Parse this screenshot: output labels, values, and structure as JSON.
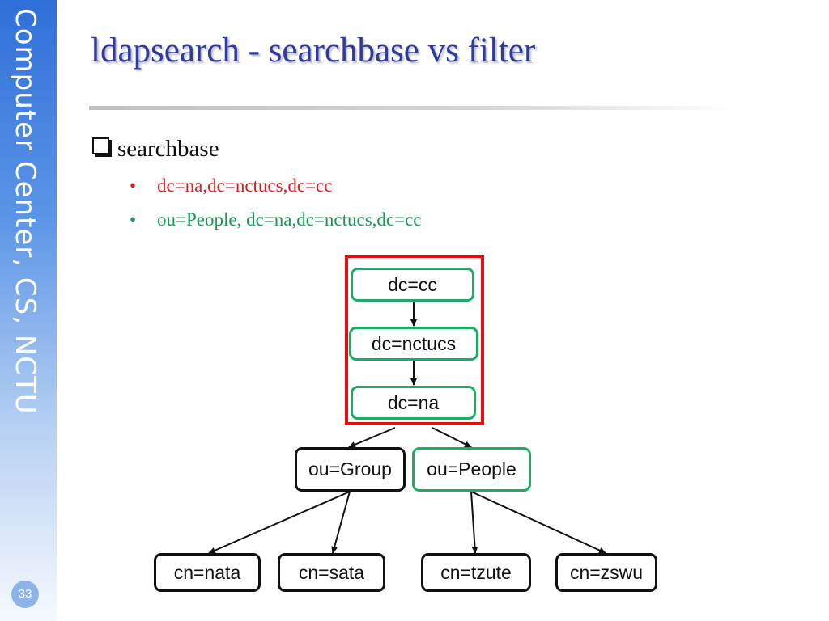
{
  "sidebar": {
    "text": "Computer Center, CS, NCTU",
    "page_number": "33"
  },
  "title": "ldapsearch - searchbase vs filter",
  "bullet": {
    "label": "searchbase",
    "items": [
      {
        "text": "dc=na,dc=nctucs,dc=cc",
        "color": "#e01b1b"
      },
      {
        "text": "ou=People, dc=na,dc=nctucs,dc=cc",
        "color": "#159a55"
      }
    ]
  },
  "tree": {
    "nodes": {
      "dc_cc": "dc=cc",
      "dc_nctucs": "dc=nctucs",
      "dc_na": "dc=na",
      "ou_group": "ou=Group",
      "ou_people": "ou=People",
      "cn_nata": "cn=nata",
      "cn_sata": "cn=sata",
      "cn_tzute": "cn=tzute",
      "cn_zswu": "cn=zswu"
    },
    "highlight_color": "#e01010",
    "node_green": "#16b062"
  }
}
